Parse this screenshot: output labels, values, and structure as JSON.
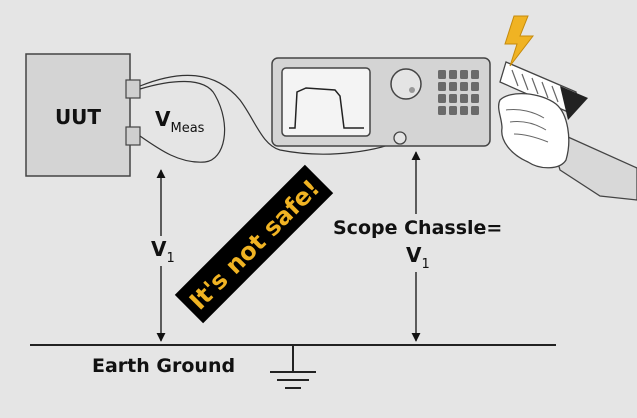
{
  "uut": {
    "label": "UUT"
  },
  "vmeas": {
    "main": "V",
    "sub": "Meas"
  },
  "v1_left": {
    "main": "V",
    "sub": "1"
  },
  "warning": {
    "text": "It's not safe!",
    "color": "#f0b323",
    "bg": "#000000"
  },
  "scope_chassis": {
    "line1": "Scope Chassle=",
    "v_main": "V",
    "v_sub": "1"
  },
  "earth_ground": {
    "label": "Earth Ground"
  },
  "colors": {
    "background": "#e5e5e5",
    "device_fill": "#d4d4d4",
    "outline": "#444444",
    "bolt": "#f0b323"
  },
  "icons": [
    "lightning-bolt-icon",
    "ground-symbol-icon",
    "hand-icon",
    "probe-icon"
  ]
}
